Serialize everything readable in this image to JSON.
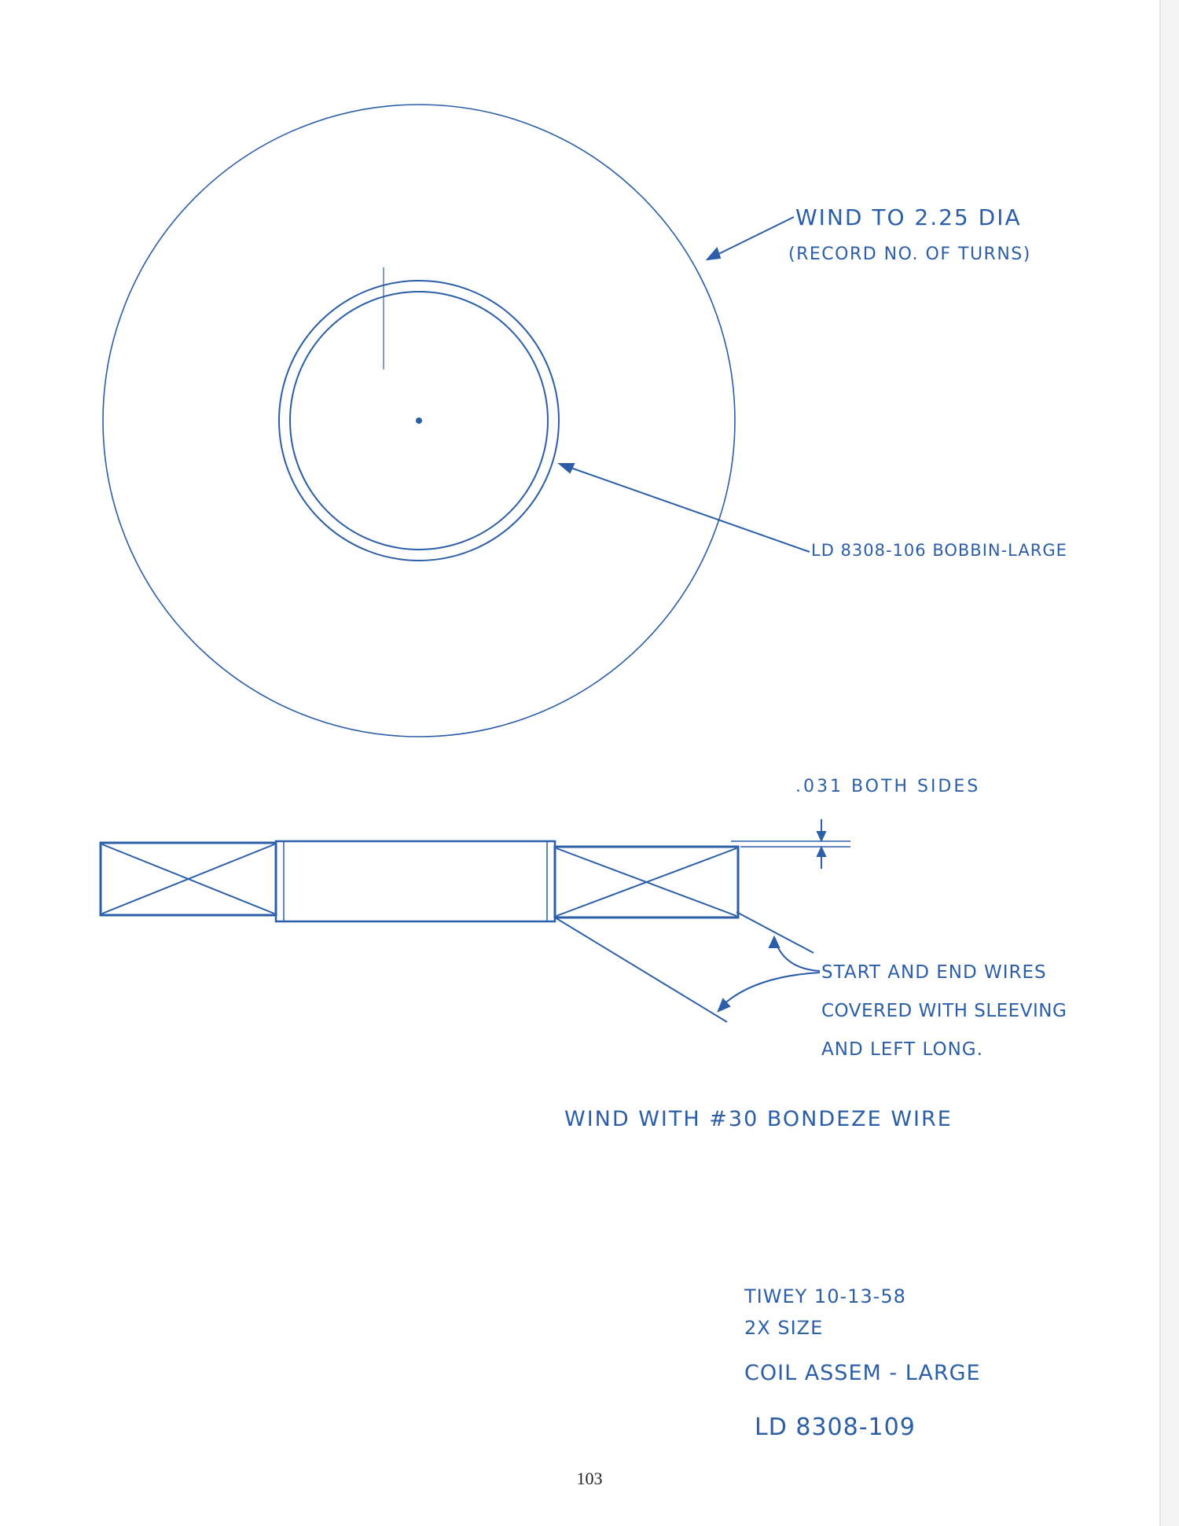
{
  "drawing": {
    "ink_color": "#2b5ea7",
    "notes": {
      "outer_winding": {
        "line1": "WIND TO 2.25 DIA",
        "line2": "(RECORD NO. OF TURNS)"
      },
      "bobbin": "LD 8308-106 BOBBIN-LARGE",
      "clearance": ".031 BOTH SIDES",
      "wires": {
        "line1": "START AND END WIRES",
        "line2": "COVERED WITH SLEEVING",
        "line3": "AND LEFT LONG."
      },
      "wire_spec": "WIND WITH #30 BONDEZE WIRE"
    },
    "title_block": {
      "drawn_by": "TIWEY 10-13-58",
      "scale": "2X SIZE",
      "title": "COIL ASSEM - LARGE",
      "part_number": "LD 8308-109"
    }
  },
  "page": {
    "number": "103"
  }
}
